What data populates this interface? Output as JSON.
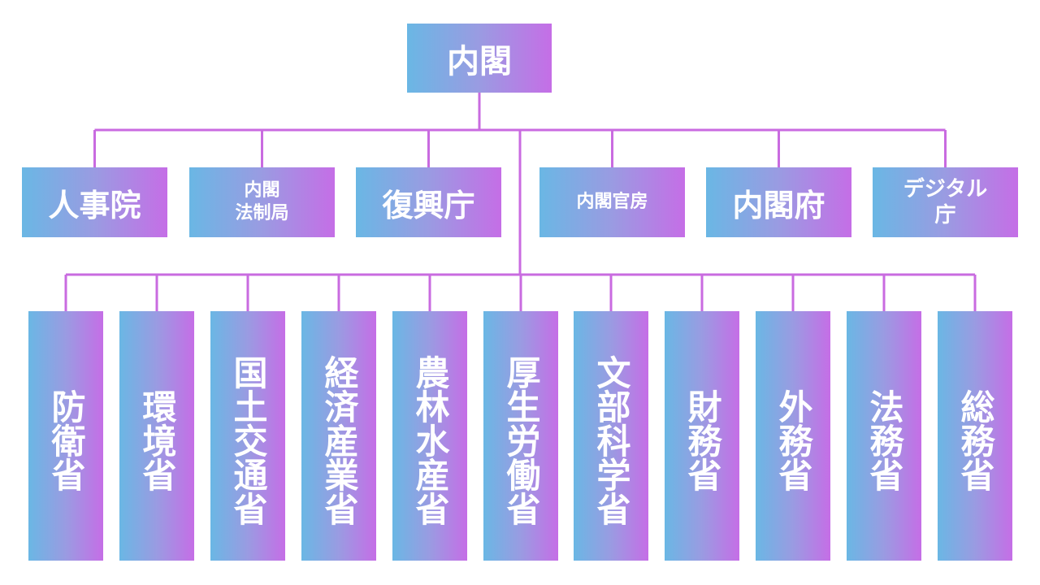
{
  "root": "内閣",
  "agencies": [
    {
      "id": "jinjiin",
      "lines": [
        "人事院"
      ],
      "size": "big"
    },
    {
      "id": "hoseikyoku",
      "lines": [
        "内閣",
        "法制局"
      ],
      "size": "small"
    },
    {
      "id": "fukkocho",
      "lines": [
        "復興庁"
      ],
      "size": "big"
    },
    {
      "id": "kanbo",
      "lines": [
        "内閣官房"
      ],
      "size": "small"
    },
    {
      "id": "naikakufu",
      "lines": [
        "内閣府"
      ],
      "size": "big"
    },
    {
      "id": "digital",
      "lines": [
        "デジタル",
        "庁"
      ],
      "size": "med"
    }
  ],
  "ministries": [
    "防衛省",
    "環境省",
    "国土交通省",
    "経済産業省",
    "農林水産省",
    "厚生労働省",
    "文部科学省",
    "財務省",
    "外務省",
    "法務省",
    "総務省"
  ],
  "colors": {
    "line": "#c96be0",
    "gradient_start": "#6ab7e4",
    "gradient_end": "#c56ee6",
    "text": "#ffffff"
  }
}
